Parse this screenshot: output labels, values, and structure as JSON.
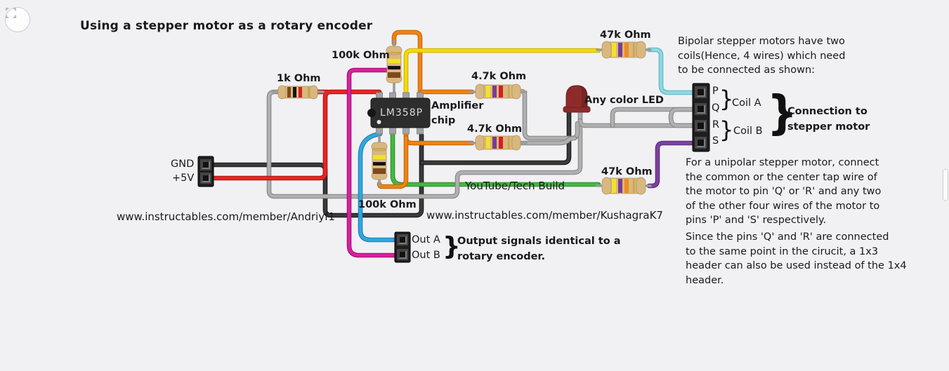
{
  "title": "Using a stepper motor as a rotary encoder",
  "ui": {
    "brace": "}"
  },
  "colors": {
    "background": "#f1f1f4",
    "wire_red": "#ea2420",
    "wire_black": "#3a3a3a",
    "wire_grey": "#b0b0b0",
    "wire_yellow": "#f6d900",
    "wire_orange": "#f08313",
    "wire_green": "#43b93e",
    "wire_blue": "#2fa8e1",
    "wire_magenta": "#d5219e",
    "wire_cyan": "#8ed8e2",
    "wire_purple": "#7d41a0",
    "chip_body": "#2d2d2d",
    "chip_text": "#d9d9d9",
    "resistor_body": "#d9b87f",
    "led_body": "#8d2b2b",
    "header_body": "#1e1e1e",
    "band_brown": "#7c4a1e",
    "band_black": "#141414",
    "band_red": "#d42020",
    "band_yellow": "#efe32b",
    "band_purple": "#7b3d90",
    "band_orange": "#ef8b1d",
    "band_gold": "#c9a64e"
  },
  "chip": {
    "label": "LM358P",
    "caption": [
      "Amplifier",
      "chip"
    ]
  },
  "resistors": {
    "r1k": "1k Ohm",
    "r100k_top": "100k Ohm",
    "r100k_bottom": "100k Ohm",
    "r4k7_upper": "4.7k Ohm",
    "r4k7_lower": "4.7k Ohm",
    "r47k_top": "47k Ohm",
    "r47k_bottom": "47k Ohm"
  },
  "led": {
    "label": "Any color LED"
  },
  "power": {
    "gnd": "GND",
    "v5": "+5V"
  },
  "outputs": {
    "out_a": "Out A",
    "out_b": "Out B",
    "caption": [
      "Output signals identical to a",
      "rotary encoder."
    ]
  },
  "stepper": {
    "pins": [
      "P",
      "Q",
      "R",
      "S"
    ],
    "coil_a": "Coil A",
    "coil_b": "Coil B",
    "connection": [
      "Connection to",
      "stepper motor"
    ]
  },
  "credits": {
    "left": "www.instructables.com/member/Andriyf1",
    "right": "www.instructables.com/member/KushagraK7",
    "youtube": "YouTube/Tech Build"
  },
  "notes": {
    "bipolar": [
      "Bipolar stepper motors have two",
      "coils(Hence, 4 wires) which need",
      "to be connected as shown:"
    ],
    "unipolar": [
      "For a unipolar stepper motor, connect",
      "the common or the center tap wire of",
      "the motor to pin 'Q' or 'R' and any two",
      "of the other four wires of the motor to",
      "pins 'P' and 'S' respectively."
    ],
    "shared": [
      "Since the pins 'Q' and 'R' are connected",
      "to the same point in the cirucit, a 1x3",
      "header can also be used instead of the 1x4",
      "header."
    ]
  }
}
